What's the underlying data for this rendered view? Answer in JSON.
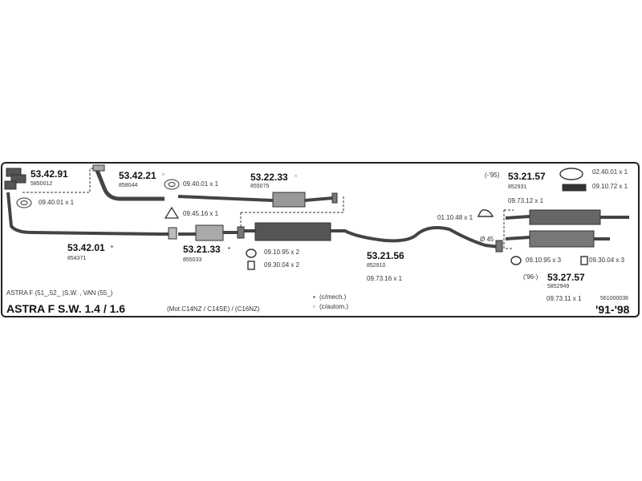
{
  "parts": {
    "p534291": {
      "code": "53.42.91",
      "sub": "5850012"
    },
    "p534221": {
      "code": "53.42.21",
      "mark": "▫",
      "sub": "858044"
    },
    "p532233": {
      "code": "53.22.33",
      "mark": "▫",
      "sub": "855075"
    },
    "p534201": {
      "code": "53.42.01",
      "mark": "▪",
      "sub": "854371"
    },
    "p532133": {
      "code": "53.21.33",
      "mark": "▪",
      "sub": "855033"
    },
    "p532156": {
      "code": "53.21.56",
      "sub": "852910"
    },
    "p532157": {
      "code": "53.21.57",
      "sub": "852931",
      "year": "(-'95)"
    },
    "p532757": {
      "code": "53.27.57",
      "sub": "5852949",
      "year": "('96-)"
    }
  },
  "fittings": {
    "f1": "09.40.01 x 1",
    "f2": "09.40.01 x 1",
    "f3": "09.45.16 x 1",
    "f4": "09.10.95 x 2",
    "f5": "09.30.04 x 2",
    "f6": "09.73.16 x 1",
    "f7": "01.10.48 x 1",
    "f8": "Ø 45",
    "f9": "02.40.01 x 1",
    "f10": "09.10.72 x 1",
    "f11": "09.73.12 x 1",
    "f12": "09.10.95 x 3",
    "f13": "09.30.04 x 3",
    "f14": "09.73.11 x 1"
  },
  "footer": {
    "variants": "ASTRA F (51_,52_ )S.W. , VAN (55_)",
    "model": "ASTRA F S.W. 1.4 / 1.6",
    "engines": "(Mot.C14NZ / C14SE) / (C16NZ)",
    "legend_mech_mark": "▪",
    "legend_mech": "(c/mech.)",
    "legend_auto_mark": "▫",
    "legend_auto": "(c/autom.)",
    "ref": "561000036",
    "years": "'91-'98"
  }
}
